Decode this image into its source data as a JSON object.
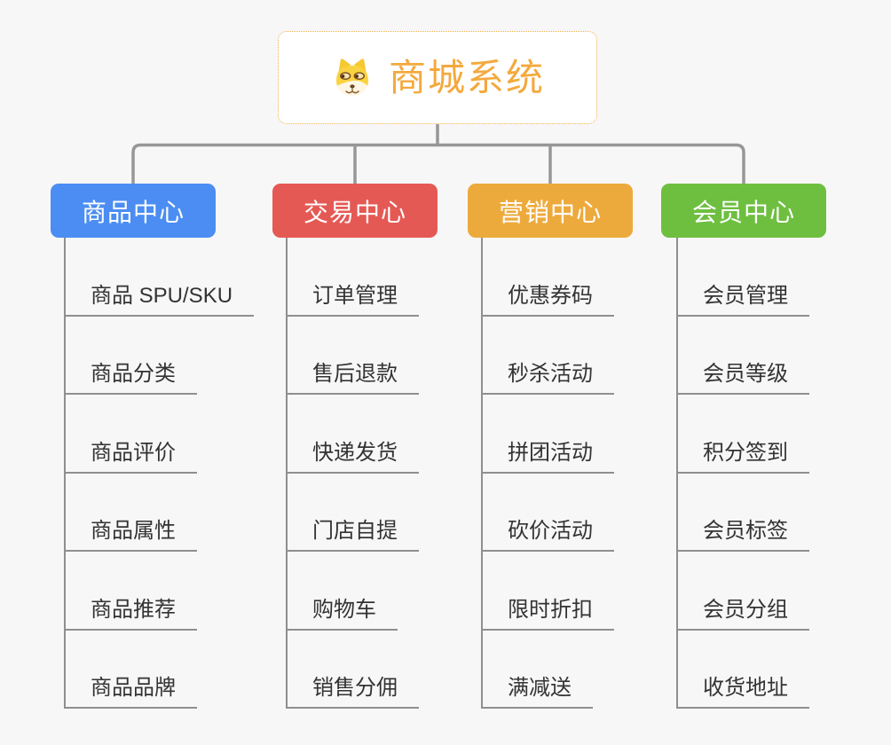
{
  "root": {
    "label": "商城系统",
    "icon": "doge-icon"
  },
  "branches": [
    {
      "label": "商品中心",
      "color": "#4b8df2",
      "items": [
        "商品 SPU/SKU",
        "商品分类",
        "商品评价",
        "商品属性",
        "商品推荐",
        "商品品牌"
      ]
    },
    {
      "label": "交易中心",
      "color": "#e55954",
      "items": [
        "订单管理",
        "售后退款",
        "快递发货",
        "门店自提",
        "购物车",
        "销售分佣"
      ]
    },
    {
      "label": "营销中心",
      "color": "#edaa3c",
      "items": [
        "优惠券码",
        "秒杀活动",
        "拼团活动",
        "砍价活动",
        "限时折扣",
        "满减送"
      ]
    },
    {
      "label": "会员中心",
      "color": "#6ebf40",
      "items": [
        "会员管理",
        "会员等级",
        "积分签到",
        "会员标签",
        "会员分组",
        "收货地址"
      ]
    }
  ],
  "theme": {
    "background": "#f7f7f7",
    "connector_color": "#979797",
    "root_border_color": "#f2b04a",
    "root_text_color": "#f4a93d",
    "leaf_text_color": "#333333",
    "leaf_line_color": "#8f8f8f"
  }
}
